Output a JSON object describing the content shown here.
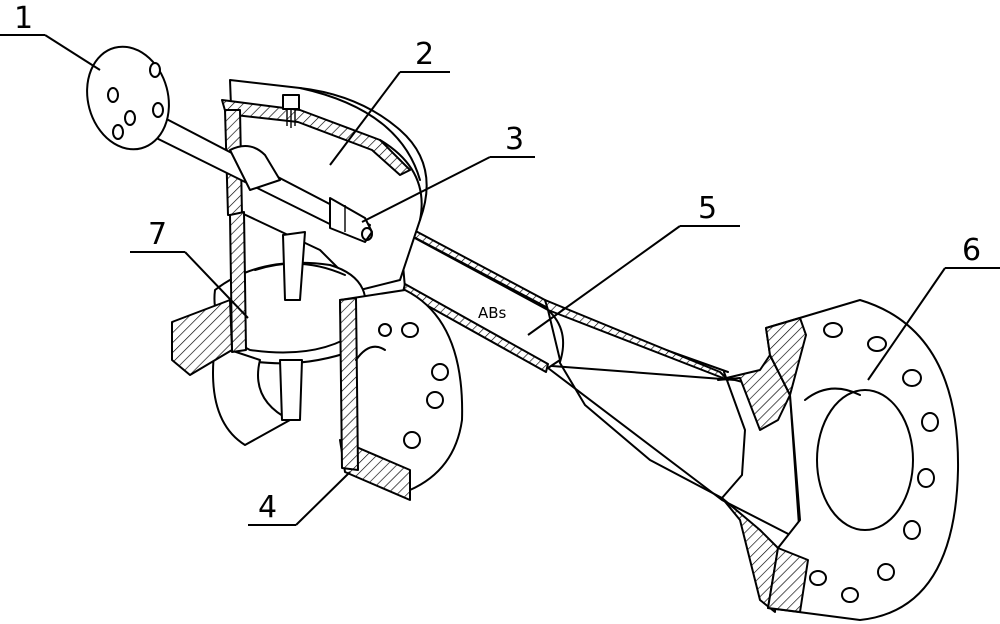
{
  "callouts": [
    {
      "id": "1",
      "label": "1"
    },
    {
      "id": "2",
      "label": "2"
    },
    {
      "id": "3",
      "label": "3"
    },
    {
      "id": "4",
      "label": "4"
    },
    {
      "id": "5",
      "label": "5"
    },
    {
      "id": "6",
      "label": "6"
    },
    {
      "id": "7",
      "label": "7"
    }
  ],
  "inner_label": "ABs",
  "style": {
    "stroke": "#000000",
    "background": "#ffffff",
    "hatch": "#000000"
  }
}
